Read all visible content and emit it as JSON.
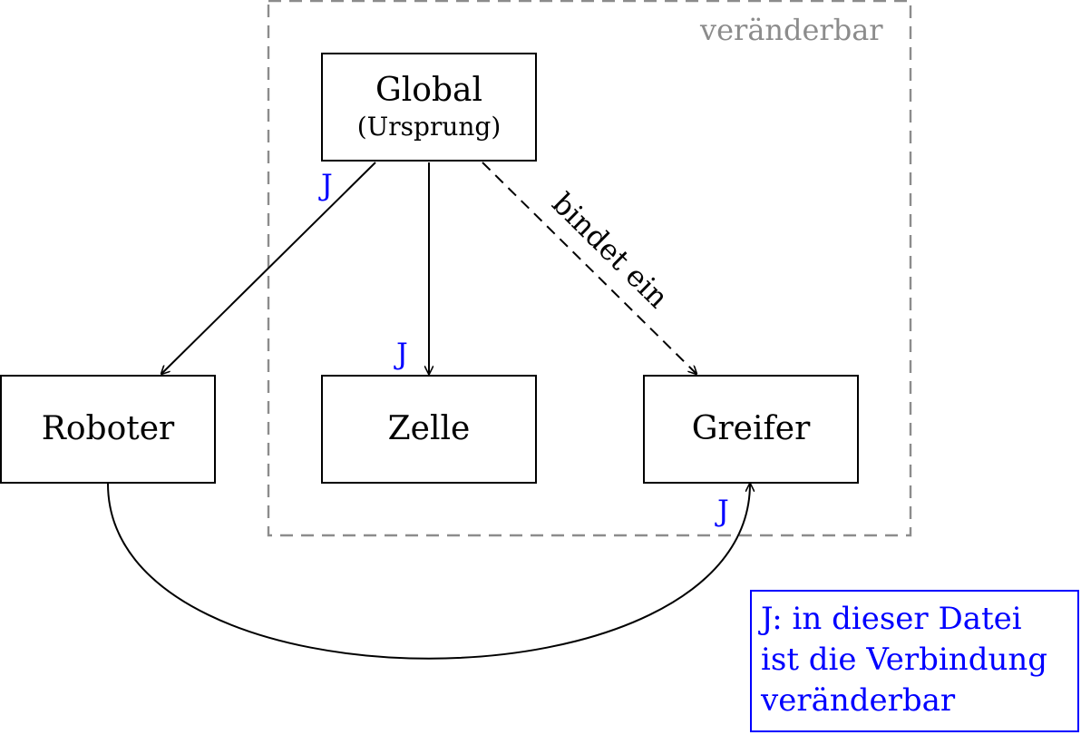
{
  "region": {
    "label": "veränderbar"
  },
  "nodes": {
    "global": {
      "label": "Global",
      "sublabel": "(Ursprung)"
    },
    "roboter": {
      "label": "Roboter"
    },
    "zelle": {
      "label": "Zelle"
    },
    "greifer": {
      "label": "Greifer"
    }
  },
  "edges": {
    "global_roboter": {
      "marker": "J"
    },
    "global_zelle": {
      "marker": "J"
    },
    "global_greifer": {
      "label": "bindet ein"
    },
    "roboter_greifer": {
      "marker": "J"
    }
  },
  "legend": {
    "lines": [
      "J: in dieser Datei",
      "ist die Verbindung",
      "veränderbar"
    ]
  },
  "colors": {
    "marker": "#0000ff",
    "region_border": "#8c8c8c",
    "box_border": "#000000"
  }
}
